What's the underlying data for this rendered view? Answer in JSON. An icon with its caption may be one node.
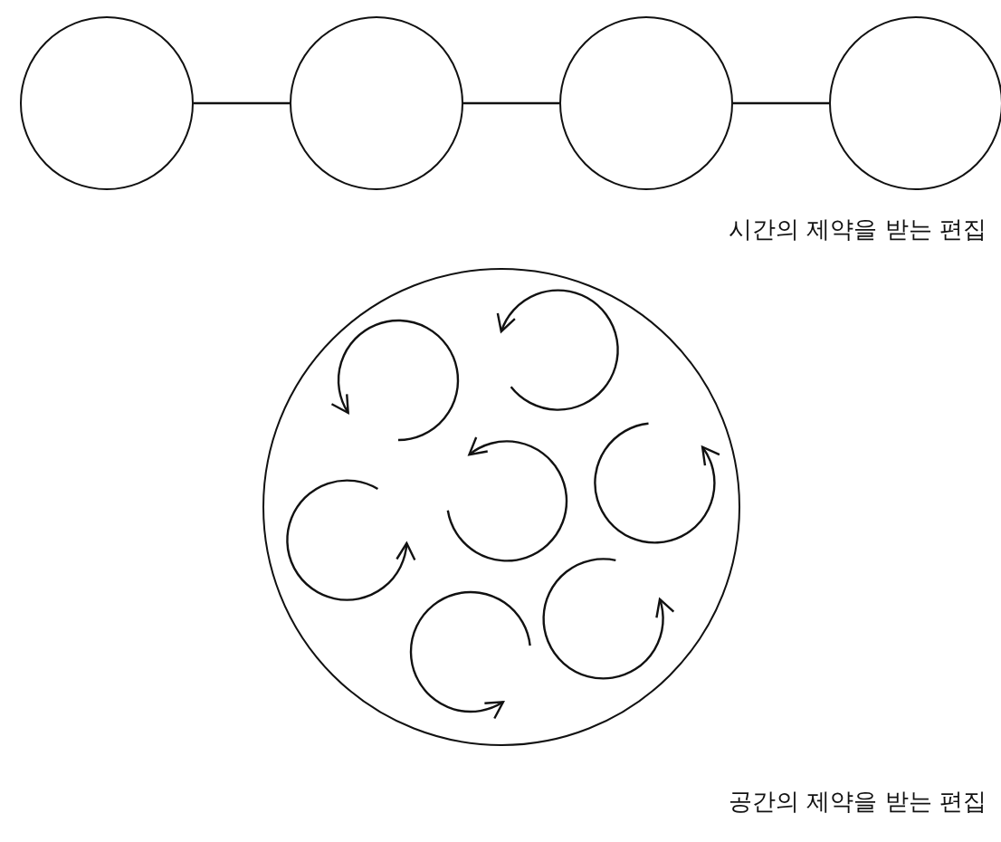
{
  "diagram": {
    "nodes": [
      {
        "text": [],
        "shape": "circle"
      },
      {
        "text": [],
        "shape": "circle"
      },
      {
        "text": [],
        "shape": "circle"
      },
      {
        "text": [],
        "shape": "circle"
      },
      {
        "text": [],
        "shape": "circle"
      }
    ],
    "edges": [
      {
        "from": 0,
        "to": 1,
        "arrow": "none"
      },
      {
        "from": 1,
        "to": 2,
        "arrow": "none"
      },
      {
        "from": 2,
        "to": 3,
        "arrow": "none"
      }
    ],
    "labels": [
      "시간의 제약을 받는 편집",
      "공간의 제약을 받는 편집"
    ]
  }
}
